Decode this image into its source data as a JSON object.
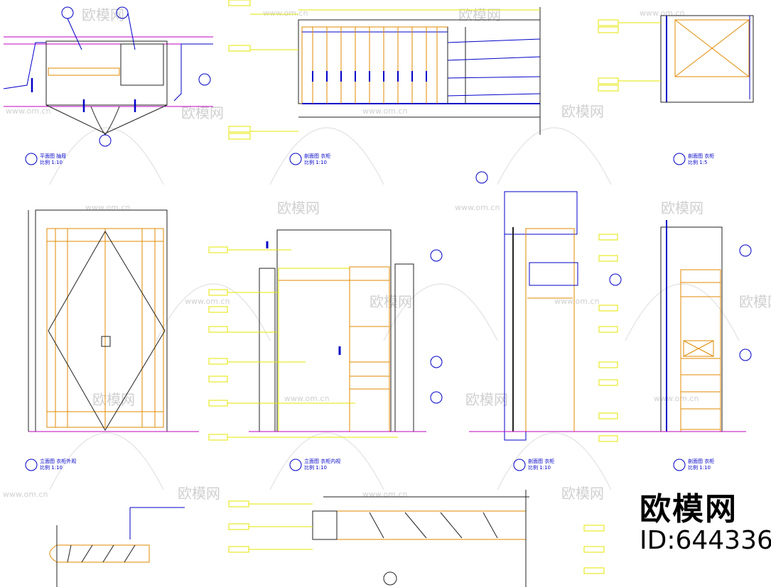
{
  "panels": [
    {
      "id": "p1",
      "title": "平面图  抽屉",
      "scale": "比例  1:10"
    },
    {
      "id": "p2",
      "title": "剖面图  衣柜",
      "scale": "比例  1:10"
    },
    {
      "id": "p3",
      "title": "剖面图  衣柜",
      "scale": "比例  1:5"
    },
    {
      "id": "p4",
      "title": "立面图  衣柜外观",
      "scale": "比例  1:10"
    },
    {
      "id": "p5",
      "title": "立面图  衣柜内视",
      "scale": "比例  1:10"
    },
    {
      "id": "p6",
      "title": "剖面图  衣柜",
      "scale": "比例  1:10"
    },
    {
      "id": "p7",
      "title": "剖面图  衣柜",
      "scale": "比例  1:10"
    }
  ],
  "watermark": {
    "site": "www.om.cn",
    "brand": "欧模网"
  },
  "brand_block": {
    "name": "欧模网",
    "id": "ID:644336"
  },
  "colors": {
    "orange": "#e08a00",
    "yellow": "#e6e600",
    "blue": "#0000c8",
    "magenta": "#c000c0",
    "red": "#e00000",
    "line": "#222222",
    "watermark": "#cccccc"
  }
}
